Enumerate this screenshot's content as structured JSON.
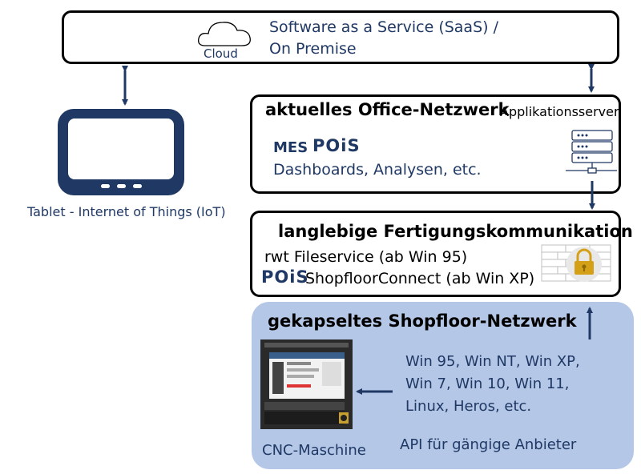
{
  "cloud_box": {
    "icon_label": "Cloud",
    "line1": "Software as a Service (SaaS) /",
    "line2": "On Premise"
  },
  "tablet": {
    "label": "Tablet - Internet of Things (IoT)"
  },
  "office": {
    "title": "aktuelles Office-Netzwerk",
    "subtitle": "Applikationsserver",
    "mes_prefix": "MES",
    "logo": "POiS",
    "line2": "Dashboards, Analysen, etc."
  },
  "fertigung": {
    "title": "langlebige Fertigungskommunikation",
    "line1": "rwt Fileservice (ab Win  95)",
    "logo": "POiS",
    "line2": "ShopfloorConnect (ab Win XP)"
  },
  "shopfloor": {
    "title": "gekapseltes Shopfloor-Netzwerk",
    "os_lines": [
      "Win 95, Win NT, Win XP,",
      "Win 7, Win 10, Win 11,",
      "Linux, Heros, etc."
    ],
    "machine_label": "CNC-Maschine",
    "api_text": "API für gängige Anbieter"
  },
  "colors": {
    "navy": "#1f3864",
    "panel": "#b4c7e7",
    "arrow": "#1f3864",
    "lock": "#d4a017"
  }
}
